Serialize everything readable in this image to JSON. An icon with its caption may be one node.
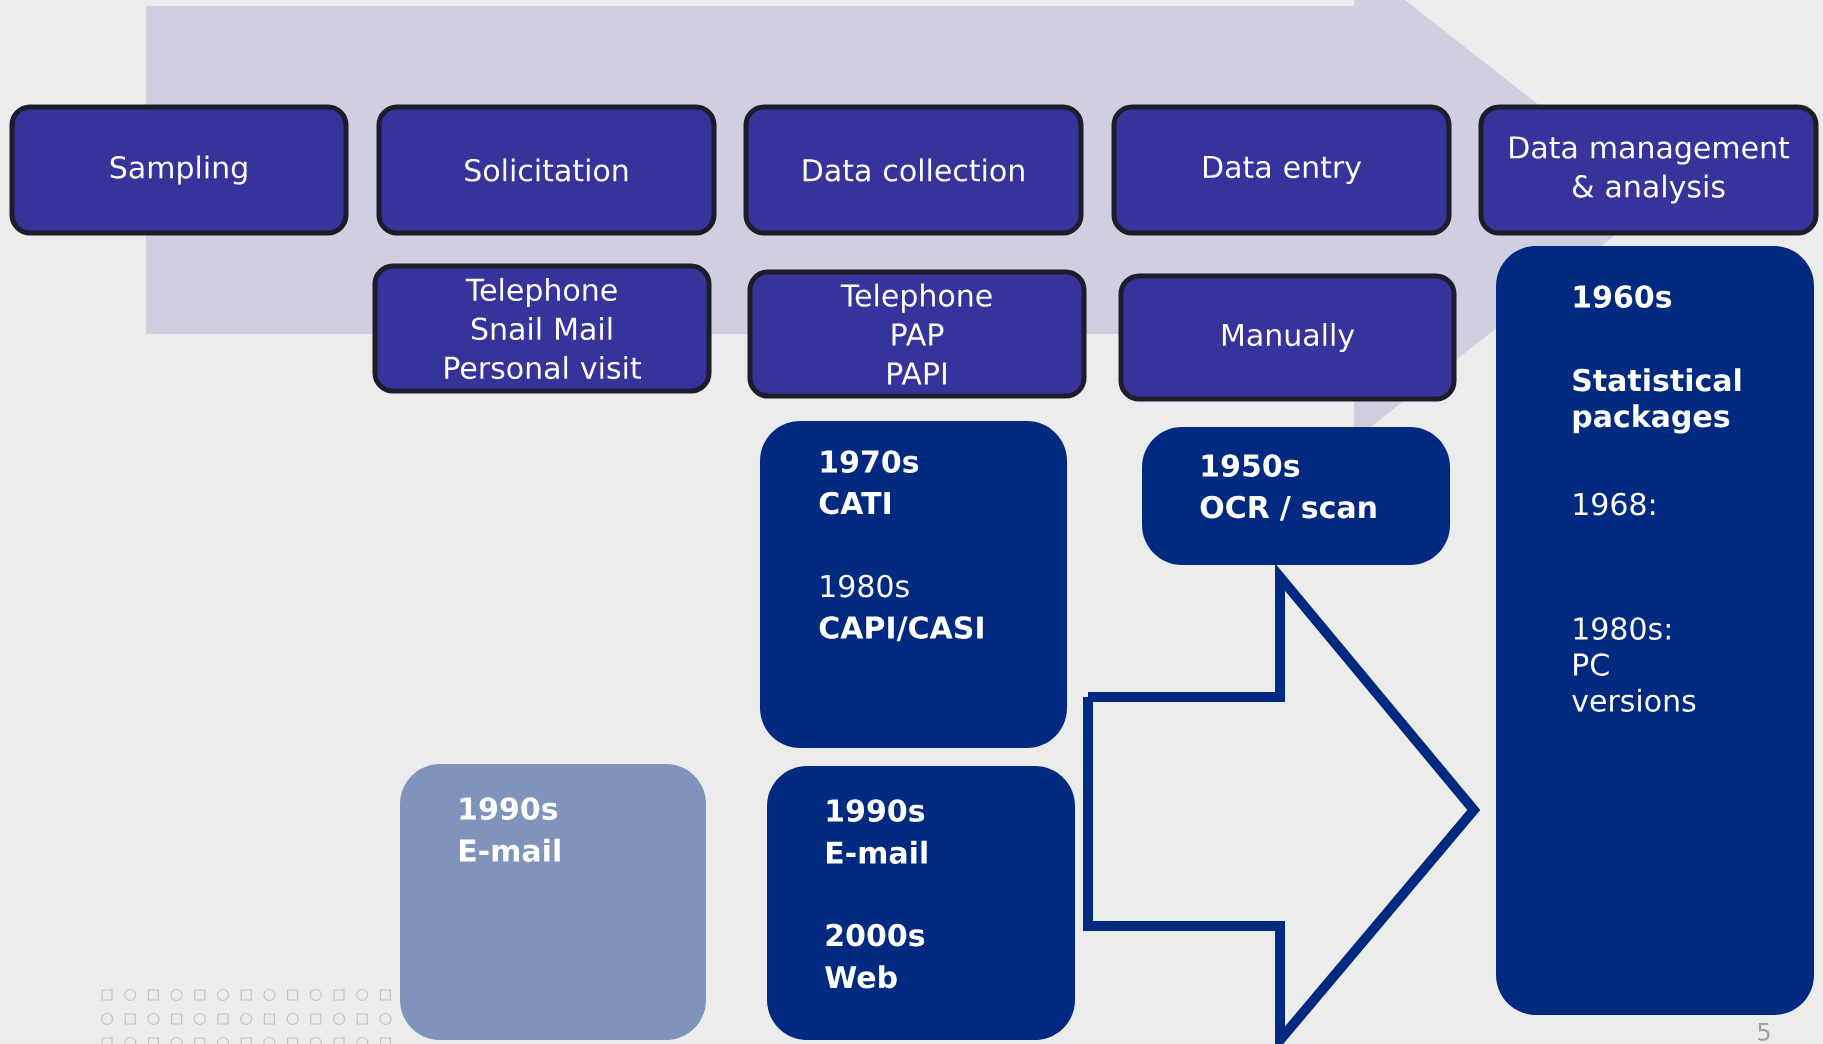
{
  "diagram": {
    "nodes": [
      {
        "text": [
          "Sampling"
        ]
      },
      {
        "text": [
          "Solicitation"
        ]
      },
      {
        "text": [
          "Data collection"
        ]
      },
      {
        "text": [
          "Data entry"
        ]
      },
      {
        "text": [
          "Data management & analysis"
        ]
      },
      {
        "text": [
          "1960s",
          "Statistical packages",
          "1968:",
          "1980s: PC versions"
        ]
      },
      {
        "text": [
          "Telephone",
          "Snail Mail",
          "Personal visit"
        ]
      },
      {
        "text": [
          "Telephone",
          "PAP",
          "PAPI"
        ]
      },
      {
        "text": [
          "Manually"
        ]
      },
      {
        "text": [
          "1970s",
          "CATI",
          "1980s",
          "CAPI/CASI"
        ]
      },
      {
        "text": [
          "1950s",
          "OCR / scan"
        ]
      },
      {
        "text": [
          "1990s",
          "E-mail"
        ]
      },
      {
        "text": [
          "1990s",
          "E-mail",
          "2000s",
          "Web"
        ]
      }
    ],
    "edges": [
      {
        "from": null,
        "to": 5,
        "arrow": "to"
      },
      {
        "from": 0,
        "to": 4,
        "arrow": "to",
        "color": "#cfcfe0"
      }
    ],
    "labels": [
      "5"
    ]
  }
}
